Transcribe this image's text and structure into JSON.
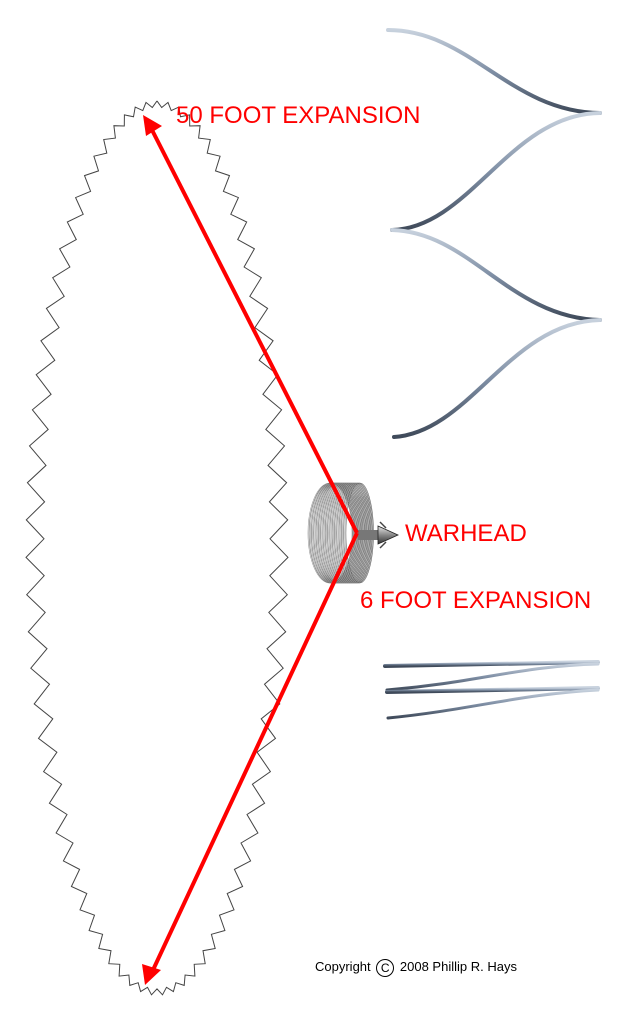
{
  "labels": {
    "expansion_50": "50 FOOT EXPANSION",
    "warhead": "WARHEAD",
    "expansion_6": "6 FOOT EXPANSION"
  },
  "copyright": {
    "prefix": "Copyright",
    "symbol": "C",
    "suffix": "2008 Phillip R. Hays"
  },
  "colors": {
    "annotation": "#ff0000",
    "ring": "#444444",
    "rod": "#8a9bb0",
    "text": "#000000"
  },
  "icons": [
    "zigzag-ring-icon",
    "coiled-disc-icon",
    "warhead-cone-icon",
    "arrow-icon"
  ]
}
